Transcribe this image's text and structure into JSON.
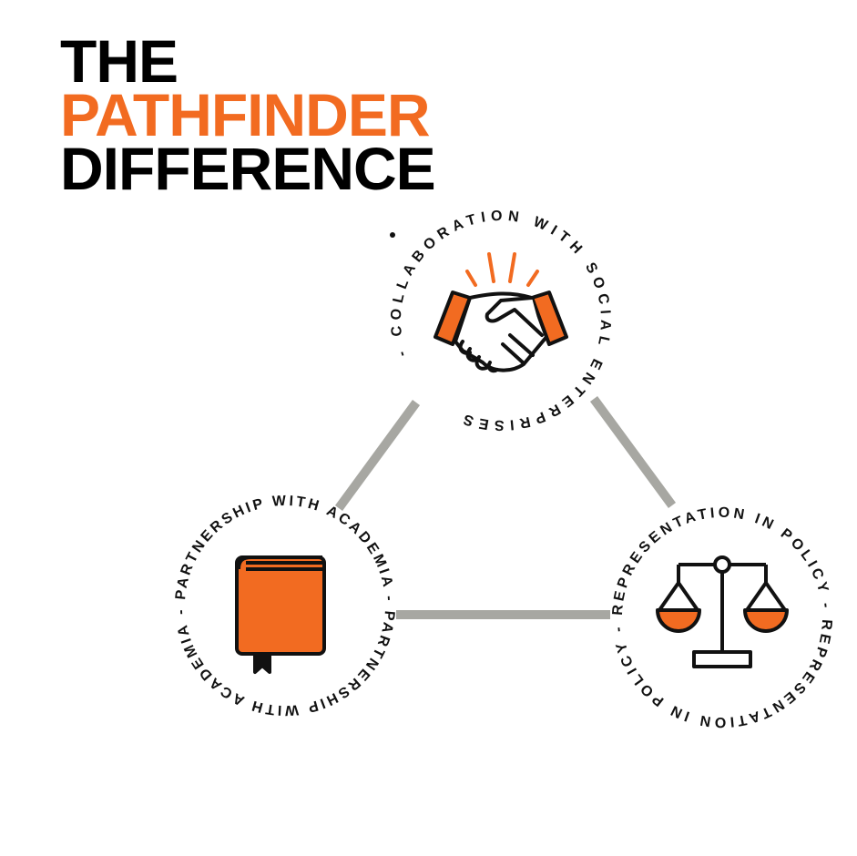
{
  "title": {
    "line1": "THE",
    "line2": "PATHFINDER",
    "line3": "DIFFERENCE"
  },
  "nodes": {
    "top": {
      "label": "COLLABORATION WITH SOCIAL ENTERPRISES",
      "ring_text": "- COLLABORATION WITH SOCIAL ENTERPRISES",
      "icon": "handshake-icon"
    },
    "left": {
      "label": "PARTNERSHIP WITH ACADEMIA",
      "ring_text": "- PARTNERSHIP WITH ACADEMIA - PARTNERSHIP WITH ACADEMIA",
      "icon": "book-icon"
    },
    "right": {
      "label": "REPRESENTATION IN POLICY",
      "ring_text": "- REPRESENTATION IN POLICY - REPRESENTATION IN POLICY",
      "icon": "scales-icon"
    }
  },
  "colors": {
    "accent": "#f26b21",
    "text": "#000000",
    "connector": "#a7a7a2"
  }
}
